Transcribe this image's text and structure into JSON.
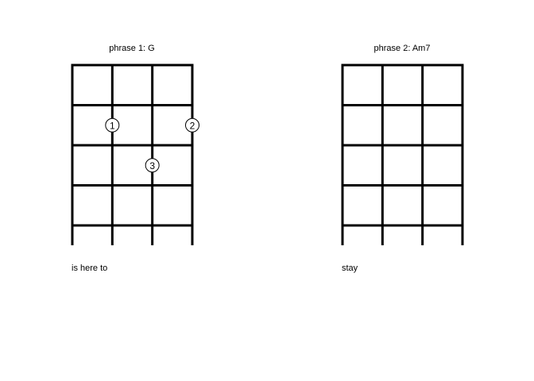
{
  "diagrams": [
    {
      "title": "phrase 1: G",
      "lyric": "is here to",
      "strings": 4,
      "frets": 4,
      "fingerings": [
        {
          "string": 2,
          "fret": 2,
          "finger": "1"
        },
        {
          "string": 4,
          "fret": 2,
          "finger": "2"
        },
        {
          "string": 3,
          "fret": 3,
          "finger": "3"
        }
      ]
    },
    {
      "title": "phrase 2: Am7",
      "lyric": "stay",
      "strings": 4,
      "frets": 4,
      "fingerings": []
    }
  ]
}
